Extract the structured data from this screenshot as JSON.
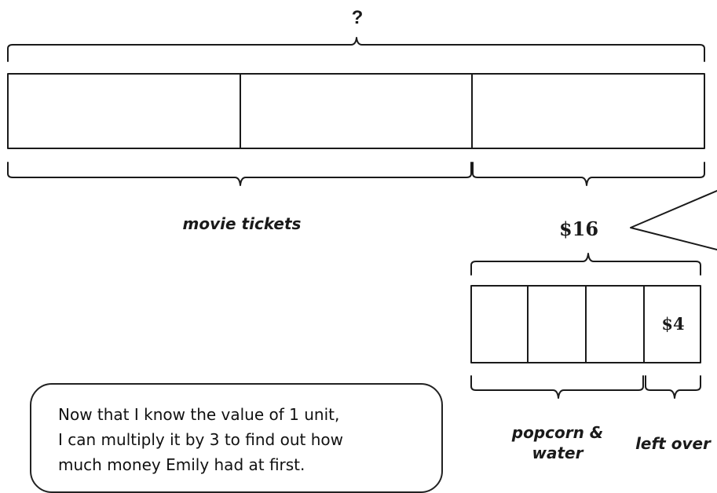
{
  "diagram": {
    "top_total_label": "?",
    "movie_tickets_label": "movie tickets",
    "remaining_amount_label": "$16",
    "left_over_value_label": "$4",
    "popcorn_label_line1": "popcorn &",
    "popcorn_label_line2": "water",
    "left_over_label": "left over"
  },
  "callout": {
    "line1": "Now that I know the value of 1 unit,",
    "line2": "I can multiply it by 3 to find out how",
    "line3": "much money Emily had at first."
  },
  "colors": {
    "stroke": "#1a1a1a",
    "background": "#ffffff"
  }
}
